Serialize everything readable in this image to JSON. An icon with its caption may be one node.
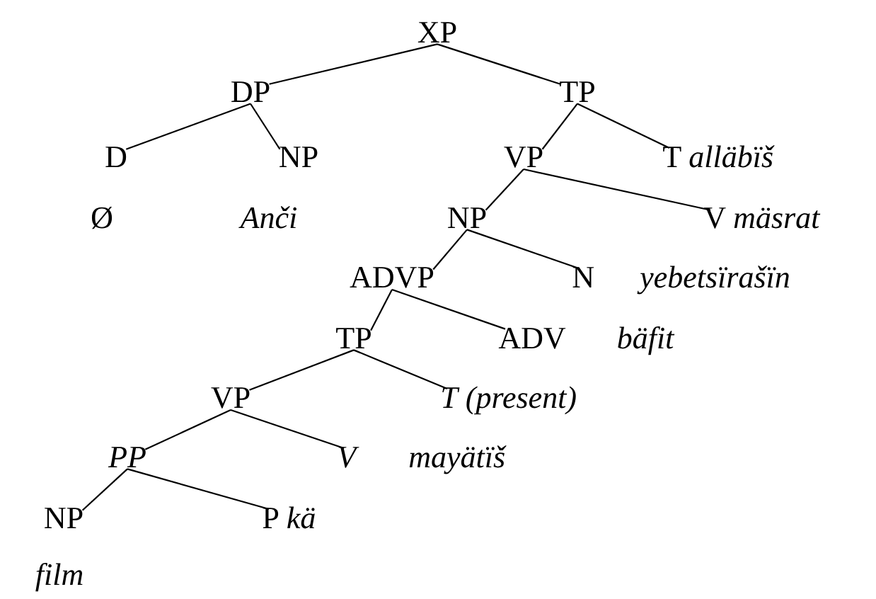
{
  "diagram": {
    "nodes": [
      {
        "text": [
          "XP"
        ]
      },
      {
        "text": [
          "DP"
        ]
      },
      {
        "text": [
          "TP"
        ]
      },
      {
        "text": [
          "D"
        ]
      },
      {
        "text": [
          "NP"
        ]
      },
      {
        "text": [
          "VP"
        ]
      },
      {
        "text": [
          "T",
          "alläbïš"
        ]
      },
      {
        "text": [
          "NP"
        ]
      },
      {
        "text": [
          "V",
          "mäsrat"
        ]
      },
      {
        "text": [
          "ADVP"
        ]
      },
      {
        "text": [
          "N",
          "yebetsïrašïn"
        ]
      },
      {
        "text": [
          "TP"
        ]
      },
      {
        "text": [
          "ADV",
          "bäfit"
        ]
      },
      {
        "text": [
          "VP"
        ]
      },
      {
        "text": [
          "T (present)"
        ]
      },
      {
        "text": [
          "PP"
        ]
      },
      {
        "text": [
          "V",
          "mayätïš"
        ]
      },
      {
        "text": [
          "NP"
        ]
      },
      {
        "text": [
          "P",
          "kä"
        ]
      }
    ],
    "edges": [
      {
        "from": 0,
        "to": 1,
        "arrow": "none"
      },
      {
        "from": 0,
        "to": 2,
        "arrow": "none"
      },
      {
        "from": 1,
        "to": 3,
        "arrow": "none"
      },
      {
        "from": 1,
        "to": 4,
        "arrow": "none"
      },
      {
        "from": 2,
        "to": 5,
        "arrow": "none"
      },
      {
        "from": 2,
        "to": 6,
        "arrow": "none"
      },
      {
        "from": 5,
        "to": 7,
        "arrow": "none"
      },
      {
        "from": 5,
        "to": 8,
        "arrow": "none"
      },
      {
        "from": 7,
        "to": 9,
        "arrow": "none"
      },
      {
        "from": 7,
        "to": 10,
        "arrow": "none"
      },
      {
        "from": 9,
        "to": 11,
        "arrow": "none"
      },
      {
        "from": 9,
        "to": 12,
        "arrow": "none"
      },
      {
        "from": 11,
        "to": 13,
        "arrow": "none"
      },
      {
        "from": 11,
        "to": 14,
        "arrow": "none"
      },
      {
        "from": 13,
        "to": 15,
        "arrow": "none"
      },
      {
        "from": 13,
        "to": 16,
        "arrow": "none"
      },
      {
        "from": 15,
        "to": 17,
        "arrow": "none"
      },
      {
        "from": 15,
        "to": 18,
        "arrow": "none"
      }
    ],
    "labels": [
      "Ø",
      "Anči",
      "film"
    ]
  }
}
